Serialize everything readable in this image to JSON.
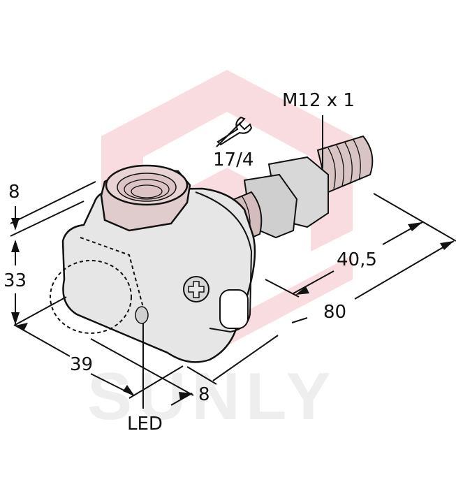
{
  "drawing": {
    "subject": "inductive sensor with M12 connector and threaded body",
    "watermark_text": "SUNLY",
    "colors": {
      "watermark_logo": "#f9dcdf",
      "watermark_text": "#eeeeee",
      "line": "#111111",
      "body_fill": "#e4e4e4",
      "thread_fill": "#cdb4b4"
    }
  },
  "labels": {
    "connector": "M12 x 1",
    "wrench_size": "17/4",
    "dim_top": "8",
    "dim_height": "33",
    "dim_width": "39",
    "dim_bottom": "8",
    "dim_length_connector": "40,5",
    "dim_length_total": "80",
    "led": "LED"
  },
  "icons": {
    "wrench": "wrench-icon"
  }
}
